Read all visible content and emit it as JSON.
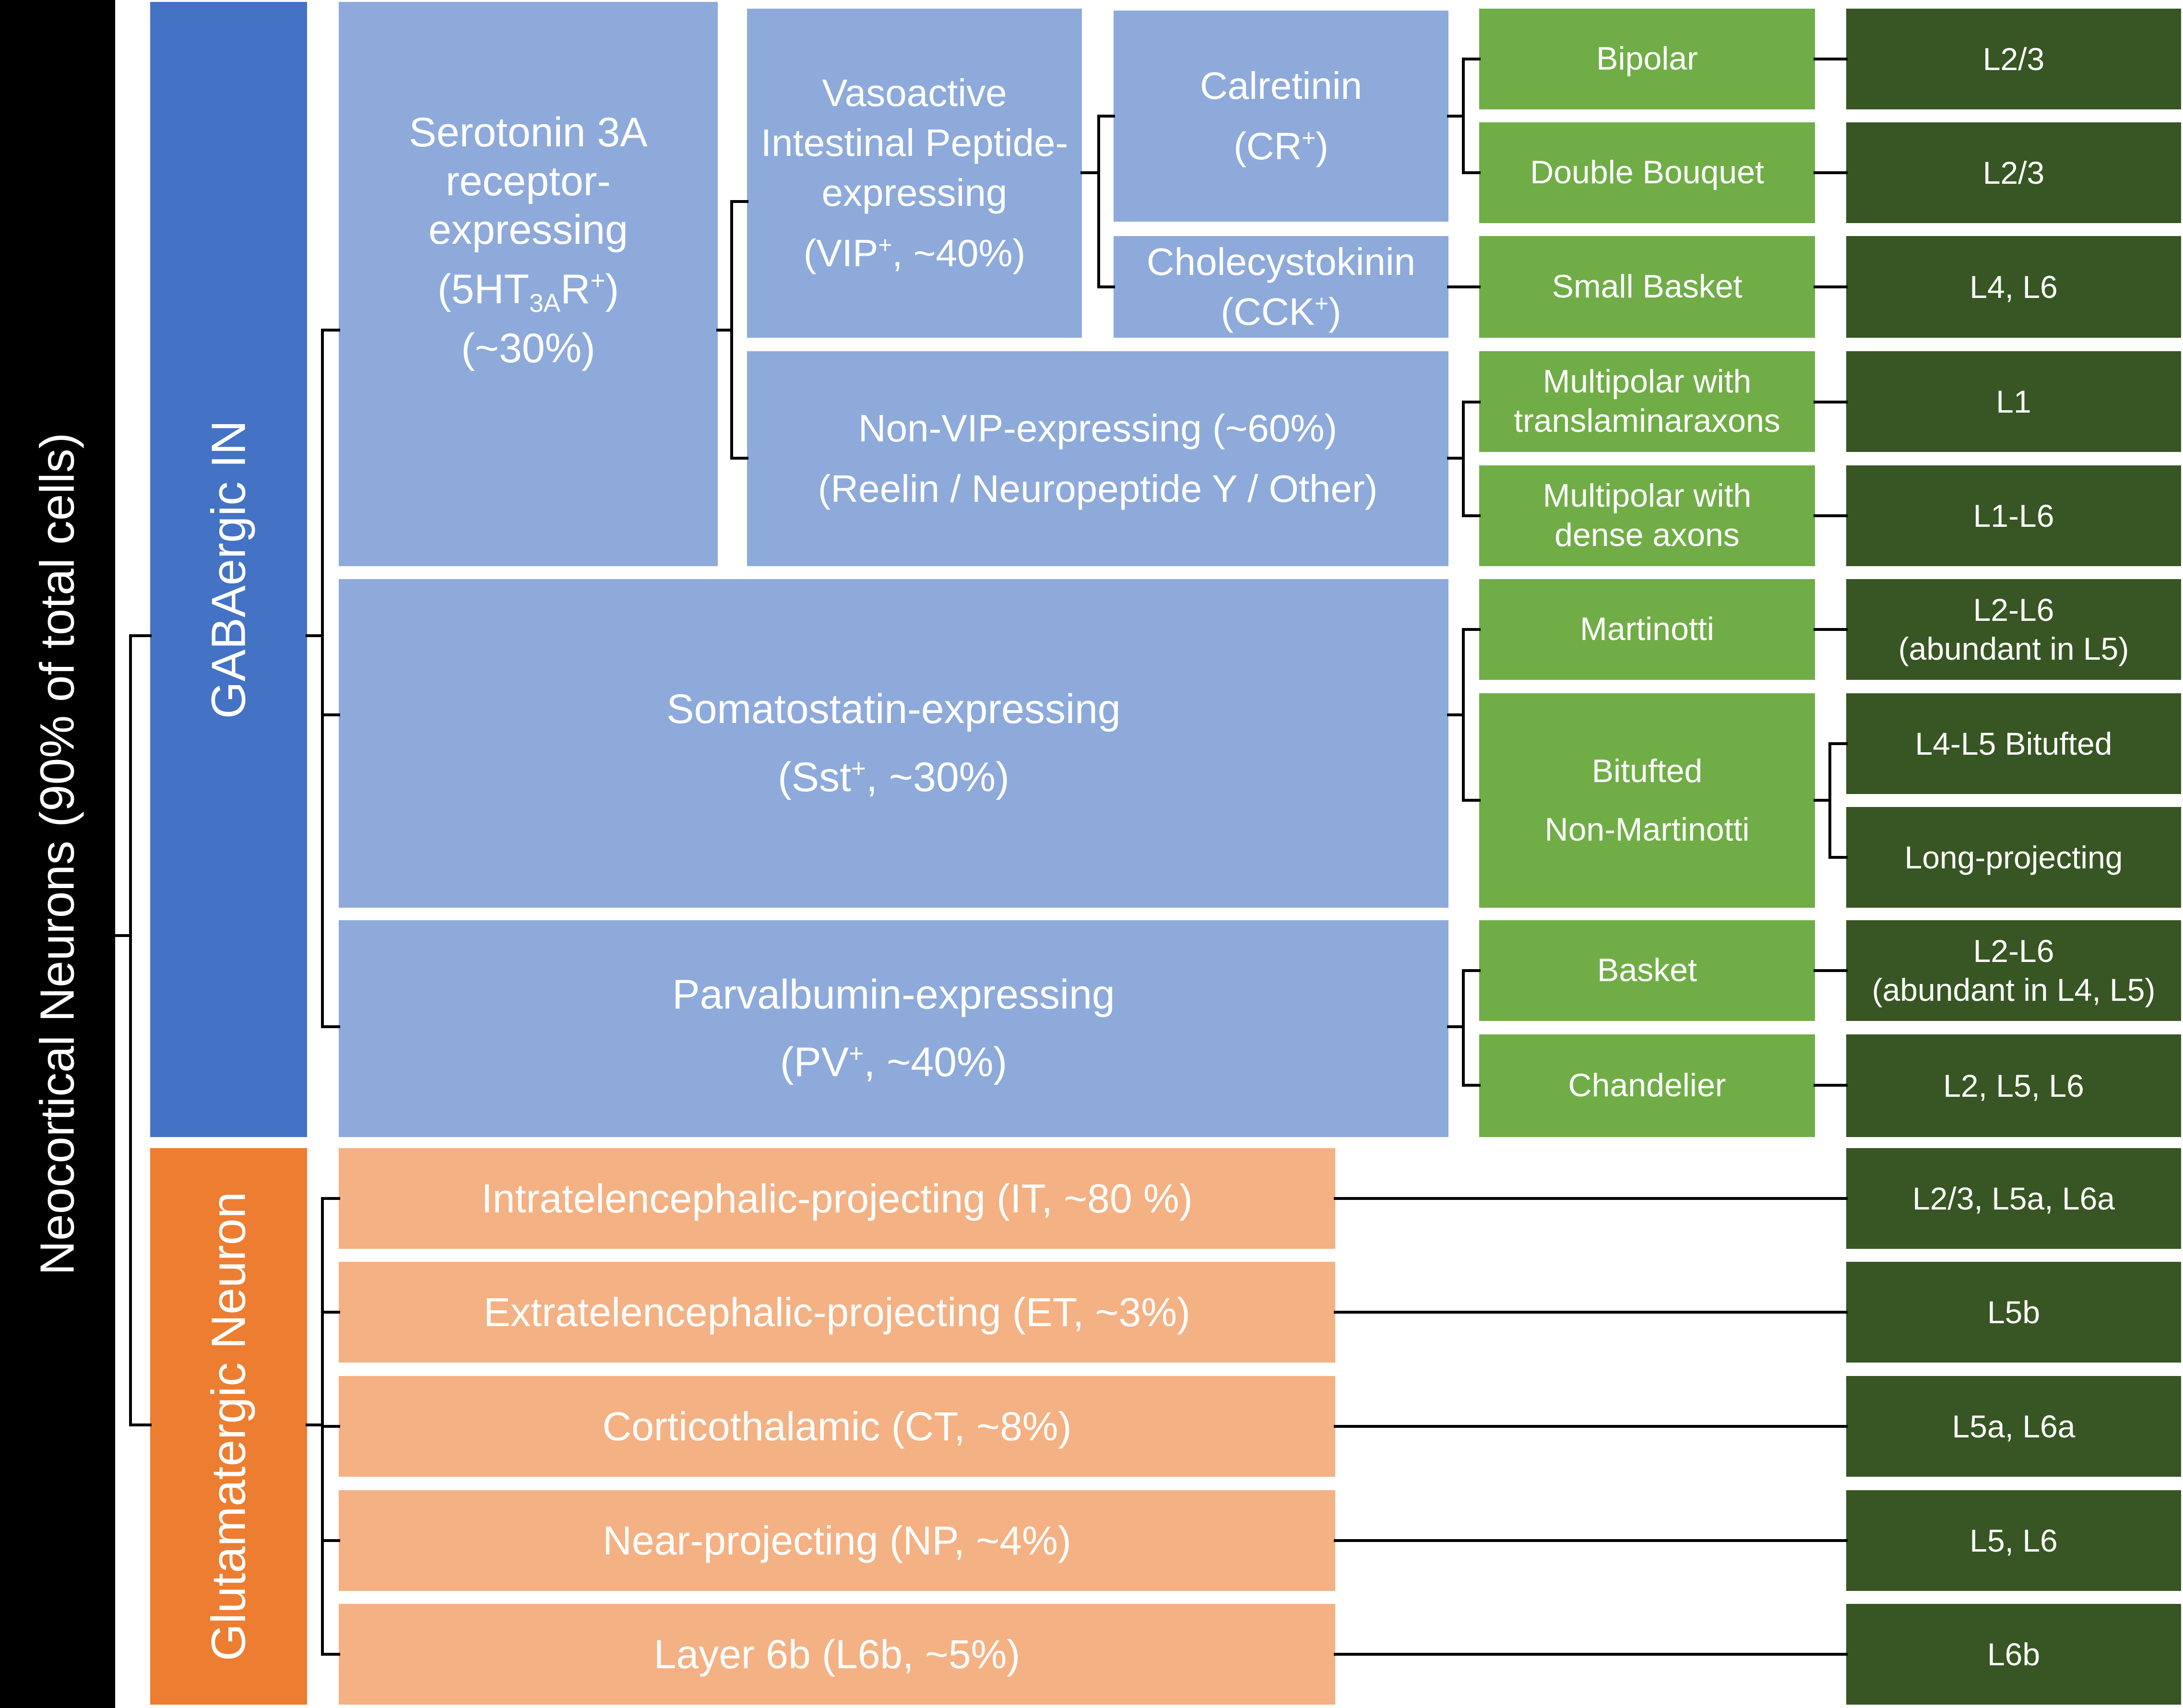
{
  "root": {
    "label": "Neocortical Neurons (90% of total cells)"
  },
  "classes": {
    "gaba": {
      "label": "GABAergic IN"
    },
    "glut": {
      "label": "Glutamatergic Neuron"
    }
  },
  "serotonin": {
    "line1": "Serotonin 3A",
    "line2": "receptor-",
    "line3": "expressing",
    "abbr_open": "(5HT",
    "abbr_sub": "3A",
    "abbr_mid": "R",
    "abbr_sup": "+",
    "abbr_close": ")",
    "pct": "(~30%)"
  },
  "vip": {
    "line1": "Vasoactive",
    "line2": "Intestinal Peptide-",
    "line3": "expressing",
    "abbr_open": "(VIP",
    "abbr_sup": "+",
    "abbr_close": ", ~40%)"
  },
  "cr": {
    "line1": "Calretinin",
    "abbr_open": "(CR",
    "abbr_sup": "+",
    "abbr_close": ")"
  },
  "cck": {
    "line1": "Cholecystokinin",
    "abbr_open": "(CCK",
    "abbr_sup": "+",
    "abbr_close": ")"
  },
  "nonvip": {
    "line1": "Non-VIP-expressing (~60%)",
    "line2": "(Reelin / Neuropeptide Y / Other)"
  },
  "sst": {
    "line1": "Somatostatin-expressing",
    "abbr_open": "(Sst",
    "abbr_sup": "+",
    "abbr_close": ", ~30%)"
  },
  "pv": {
    "line1": "Parvalbumin-expressing",
    "abbr_open": "(PV",
    "abbr_sup": "+",
    "abbr_close": ", ~40%)"
  },
  "morph": {
    "bipolar": "Bipolar",
    "double_bouquet": "Double Bouquet",
    "small_basket": "Small Basket",
    "multi_trans_1": "Multipolar with",
    "multi_trans_2": "translaminaraxons",
    "multi_dense_1": "Multipolar with",
    "multi_dense_2": "dense axons",
    "martinotti": "Martinotti",
    "bitufted_1": "Bitufted",
    "bitufted_2": "Non-Martinotti",
    "basket": "Basket",
    "chandelier": "Chandelier"
  },
  "glut_types": {
    "it": "Intratelencephalic-projecting (IT, ~80 %)",
    "et": "Extratelencephalic-projecting (ET, ~3%)",
    "ct": "Corticothalamic (CT, ~8%)",
    "np": "Near-projecting (NP, ~4%)",
    "l6b": "Layer 6b (L6b, ~5%)"
  },
  "layers": {
    "bipolar": "L2/3",
    "double_bouquet": "L2/3",
    "small_basket": "L4, L6",
    "multi_trans": "L1",
    "multi_dense": "L1-L6",
    "martinotti_1": "L2-L6",
    "martinotti_2": "(abundant in L5)",
    "bitufted_l45": "L4-L5 Bitufted",
    "long_proj": "Long-projecting",
    "basket_1": "L2-L6",
    "basket_2": "(abundant in L4, L5)",
    "chandelier": "L2, L5, L6",
    "it": "L2/3, L5a, L6a",
    "et": "L5b",
    "ct": "L5a, L6a",
    "np": "L5, L6",
    "l6b": "L6b"
  },
  "colors": {
    "root": "#000000",
    "gaba": "#4472c4",
    "glut": "#ed7d31",
    "subtype": "#8eaadb",
    "glut_subtype": "#f4b183",
    "morphology": "#70ad47",
    "layer": "#375623",
    "connector": "#000000"
  }
}
